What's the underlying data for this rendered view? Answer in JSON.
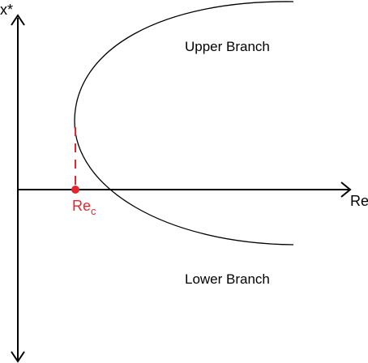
{
  "axes": {
    "y_label": "x*",
    "x_label": "Re"
  },
  "branches": {
    "upper_label": "Upper Branch",
    "lower_label": "Lower Branch"
  },
  "critical_point": {
    "label_main": "Re",
    "label_sub": "c"
  },
  "colors": {
    "axis": "#000000",
    "curve": "#000000",
    "critical": "#e3262e"
  }
}
